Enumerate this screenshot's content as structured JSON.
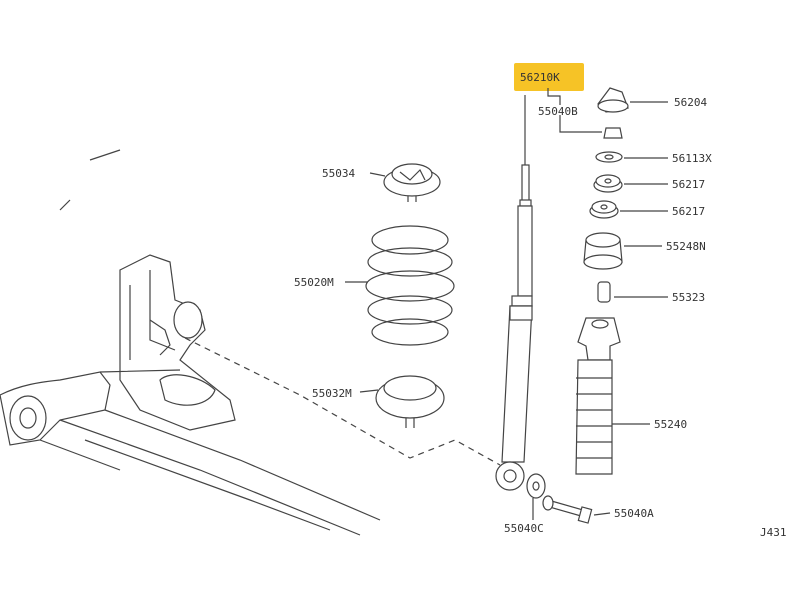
{
  "diagram": {
    "highlight_color": "#f5b800",
    "figure_code": "J431",
    "parts": {
      "p56210K": "56210K",
      "p55040B": "55040B",
      "p56204": "56204",
      "p56113X": "56113X",
      "p56217a": "56217",
      "p56217b": "56217",
      "p55248N": "55248N",
      "p55323": "55323",
      "p55240": "55240",
      "p55040A": "55040A",
      "p55040C": "55040C",
      "p55034": "55034",
      "p55020M": "55020M",
      "p55032M": "55032M"
    }
  }
}
